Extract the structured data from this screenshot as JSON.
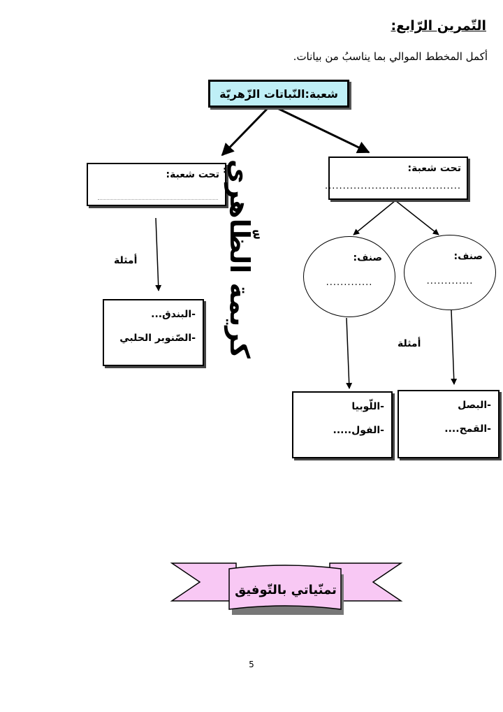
{
  "exercise": {
    "title": "التّمرين الرّابع:",
    "instruction": "أكمل المخطط الموالي بما يناسبُ من بيانات."
  },
  "diagram": {
    "root": "شعبة:النّباتات الزّهريّة",
    "subdivision_right": {
      "label": "تحت شعبة:",
      "blank": "......................................"
    },
    "subdivision_left": {
      "label": "تحت شعبة:"
    },
    "class_right": {
      "label": "صنف:",
      "blank": "............."
    },
    "class_left": {
      "label": "صنف:",
      "blank": "............."
    },
    "examples_label_left": "أمثلة",
    "examples_label_middle": "أمثلة",
    "examples_left": [
      "-البندق...",
      "-الصّنوبر الحلبي"
    ],
    "examples_middle": [
      "-اللّوبيا",
      "-الفول....."
    ],
    "examples_right": [
      "-البصل",
      "-القمح...."
    ]
  },
  "watermark": "كريمة الظّاهري",
  "banner": {
    "text": "تمنّياتي بالتّوفيق",
    "fill": "#f8c8f4",
    "shadow": "#777777"
  },
  "colors": {
    "root_fill": "#bfeff6"
  },
  "page_number": "5"
}
